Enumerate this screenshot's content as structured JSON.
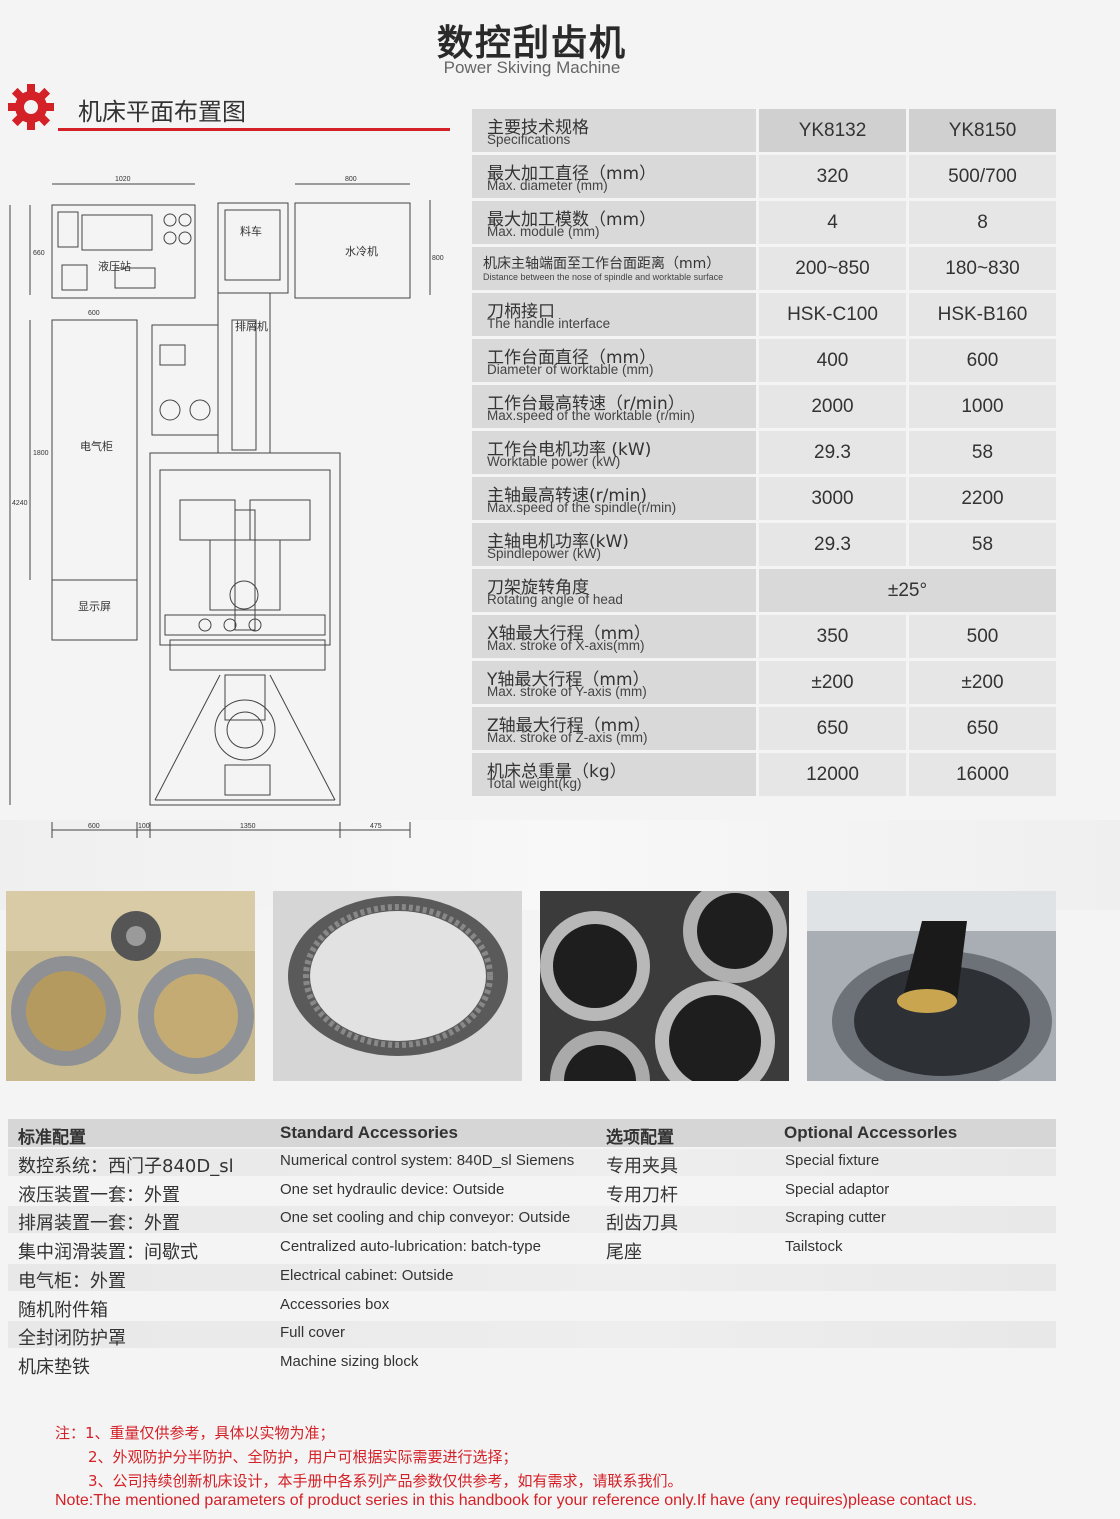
{
  "header": {
    "title": "数控刮齿机",
    "subtitle": "Power Skiving Machine",
    "section_title": "机床平面布置图"
  },
  "drawing": {
    "labels": {
      "dim_top_left": "1020",
      "dim_top_right": "800",
      "dim_left_660": "660",
      "dim_right_800": "800",
      "dim_600_mid": "600",
      "dim_1800": "1800",
      "dim_4240": "4240",
      "dim_bottom_600": "600",
      "dim_bottom_100": "100",
      "dim_bottom_1350": "1350",
      "dim_bottom_475": "475",
      "hydraulic": "液压站",
      "coolant": "水冷机",
      "cart": "料车",
      "chip": "排屑机",
      "cabinet": "电气柜",
      "display": "显示屏"
    }
  },
  "spec_table": {
    "header": {
      "zh": "主要技术规格",
      "en": "Specifications",
      "m1": "YK8132",
      "m2": "YK8150"
    },
    "rows": [
      {
        "zh": "最大加工直径（mm）",
        "en": "Max. diameter (mm)",
        "v1": "320",
        "v2": "500/700"
      },
      {
        "zh": "最大加工模数（mm）",
        "en": "Max. module (mm)",
        "v1": "4",
        "v2": "8"
      },
      {
        "zh": "机床主轴端面至工作台面距离（mm）",
        "en": "Distance between the nose of spindle and worktable surface",
        "v1": "200~850",
        "v2": "180~830",
        "small": true
      },
      {
        "zh": "刀柄接口",
        "en": "The handle interface",
        "v1": "HSK-C100",
        "v2": "HSK-B160"
      },
      {
        "zh": "工作台面直径（mm）",
        "en": "Diameter of worktable (mm)",
        "v1": "400",
        "v2": "600"
      },
      {
        "zh": "工作台最高转速（r/min）",
        "en": "Max.speed of the worktable (r/min)",
        "v1": "2000",
        "v2": "1000"
      },
      {
        "zh": "工作台电机功率 (kW)",
        "en": "Worktable power (kW)",
        "v1": "29.3",
        "v2": "58"
      },
      {
        "zh": "主轴最高转速(r/min)",
        "en": "Max.speed of the spindle(r/min)",
        "v1": "3000",
        "v2": "2200"
      },
      {
        "zh": "主轴电机功率(kW)",
        "en": "Spindlepower (kW)",
        "v1": "29.3",
        "v2": "58"
      },
      {
        "zh": "刀架旋转角度",
        "en": "Rotating angle of head",
        "span": "±25°"
      },
      {
        "zh": "X轴最大行程（mm）",
        "en": "Max. stroke of X-axis(mm)",
        "v1": "350",
        "v2": "500"
      },
      {
        "zh": "Y轴最大行程（mm）",
        "en": "Max. stroke of Y-axis (mm)",
        "v1": "±200",
        "v2": "±200"
      },
      {
        "zh": "Z轴最大行程（mm）",
        "en": "Max. stroke of Z-axis (mm)",
        "v1": "650",
        "v2": "650"
      },
      {
        "zh": "机床总重量（kg）",
        "en": "Total weight(kg)",
        "v1": "12000",
        "v2": "16000"
      }
    ]
  },
  "accessories": {
    "std_zh_title": "标准配置",
    "std_en_title": "Standard Accessories",
    "opt_zh_title": "选项配置",
    "opt_en_title": "Optional Accessorles",
    "standard": [
      {
        "zh": "数控系统：西门子840D_sl",
        "en": "Numerical control system: 840D_sl Siemens"
      },
      {
        "zh": "液压装置一套：外置",
        "en": "One set hydraulic device:  Outside"
      },
      {
        "zh": "排屑装置一套：外置",
        "en": "One set cooling and chip conveyor: Outside"
      },
      {
        "zh": "集中润滑装置：间歇式",
        "en": "Centralized auto-lubrication: batch-type"
      },
      {
        "zh": "电气柜：外置",
        "en": "Electrical cabinet: Outside"
      },
      {
        "zh": "随机附件箱",
        "en": "Accessories box"
      },
      {
        "zh": "全封闭防护罩",
        "en": "Full cover"
      },
      {
        "zh": "机床垫铁",
        "en": "Machine sizing block"
      }
    ],
    "optional": [
      {
        "zh": "专用夹具",
        "en": "Special fixture"
      },
      {
        "zh": "专用刀杆",
        "en": "Special adaptor"
      },
      {
        "zh": "刮齿刀具",
        "en": "Scraping cutter"
      },
      {
        "zh": "尾座",
        "en": "Tailstock"
      }
    ]
  },
  "notes": {
    "n1": "注：1、重量仅供参考，具体以实物为准；",
    "n2": "2、外观防护分半防护、全防护，用户可根据实际需要进行选择；",
    "n3": "3、公司持续创新机床设计，本手册中各系列产品参数仅供参考，如有需求，请联系我们。",
    "en": "Note:The mentioned parameters of product series in this handbook for your reference only.If have (any requires)please contact us."
  },
  "colors": {
    "accent": "#d42027",
    "table_dark": "#d9d9d9",
    "table_light": "#e6e6e6"
  }
}
